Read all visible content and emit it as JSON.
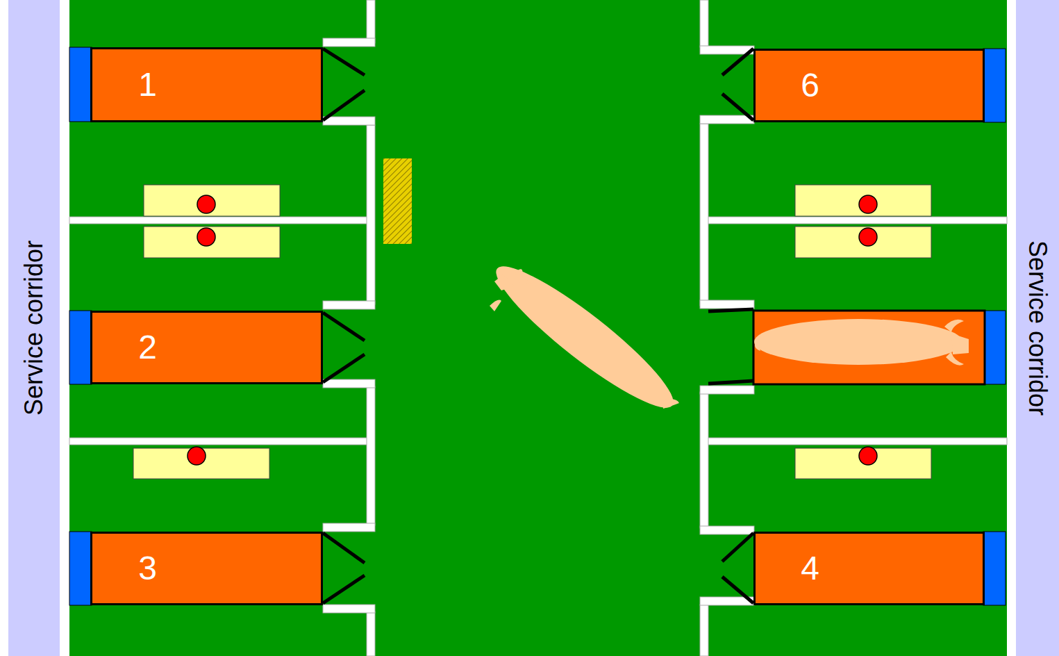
{
  "diagram": {
    "nodes": [
      {
        "text": [
          "Service corridor"
        ]
      },
      {
        "text": [
          "1"
        ]
      },
      {
        "text": [
          "2"
        ]
      },
      {
        "text": [
          "3"
        ]
      },
      {
        "text": [
          "6"
        ]
      },
      {
        "text": [
          "4"
        ]
      },
      {
        "text": [
          "Service corridor"
        ]
      }
    ]
  }
}
